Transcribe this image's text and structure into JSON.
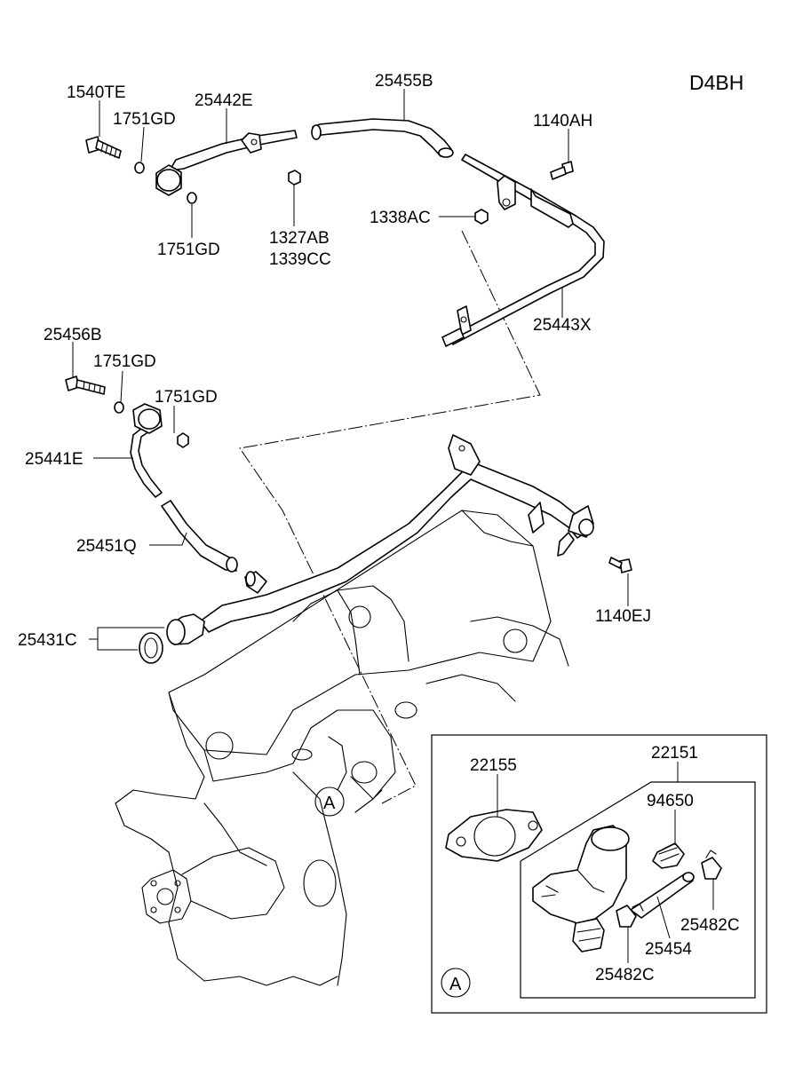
{
  "model_code": "D4BH",
  "labels": {
    "p1540TE": "1540TE",
    "p1751GD_a": "1751GD",
    "p25442E": "25442E",
    "p1751GD_b": "1751GD",
    "p25455B": "25455B",
    "p1140AH": "1140AH",
    "p1338AC": "1338AC",
    "p1327AB": "1327AB",
    "p1339CC": "1339CC",
    "p25443X": "25443X",
    "p25456B": "25456B",
    "p1751GD_c": "1751GD",
    "p1751GD_d": "1751GD",
    "p25441E": "25441E",
    "p25451Q": "25451Q",
    "p1140EJ": "1140EJ",
    "p25431C": "25431C",
    "p22155": "22155",
    "p22151": "22151",
    "p94650": "94650",
    "p25482C_a": "25482C",
    "p25454": "25454",
    "p25482C_b": "25482C"
  },
  "detail_ref": "A"
}
